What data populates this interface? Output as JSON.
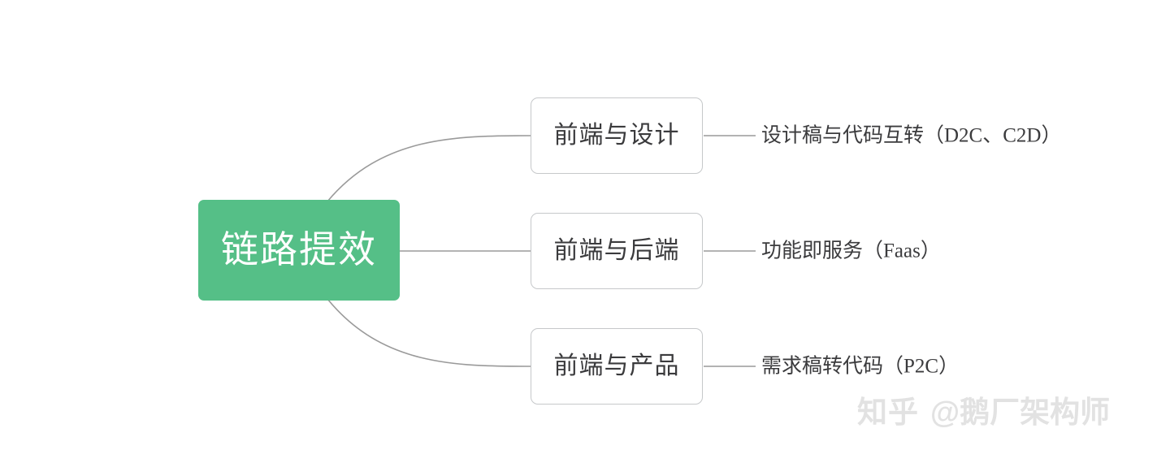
{
  "diagram": {
    "type": "mind-map",
    "orientation": "left-to-right",
    "root": {
      "label": "链路提效",
      "fill_color": "#55bf87",
      "text_color": "#ffffff"
    },
    "branch_style": {
      "fill_color": "#ffffff",
      "border_color": "#c6c8ca",
      "text_color": "#3b3b3d"
    },
    "edge_color": "#9a9a9a",
    "branches": [
      {
        "label": "前端与设计",
        "leaf": "设计稿与代码互转（D2C、C2D）"
      },
      {
        "label": "前端与后端",
        "leaf": "功能即服务（Faas）"
      },
      {
        "label": "前端与产品",
        "leaf": "需求稿转代码（P2C）"
      }
    ]
  },
  "watermark": {
    "logo": "知乎",
    "handle": "@鹅厂架构师",
    "color": "#e2e2e2"
  }
}
